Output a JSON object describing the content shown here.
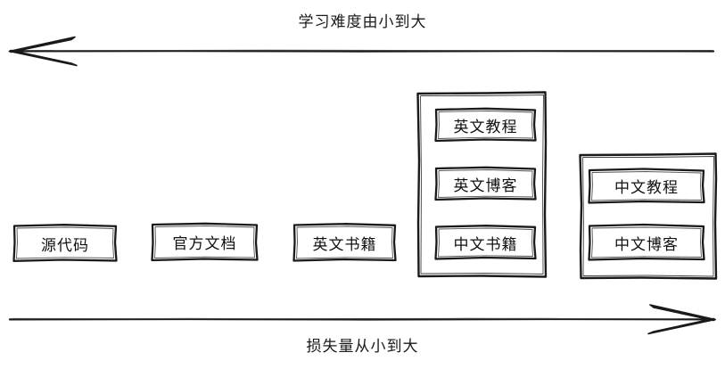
{
  "diagram": {
    "title_top": "学习难度由小到大",
    "title_bottom": "损失量从小到大",
    "stroke_color": "#1a1a1a",
    "background_color": "#ffffff",
    "top_axis": {
      "label": "学习难度由小到大",
      "direction": "left",
      "arrow_icon": "arrow-left-icon"
    },
    "bottom_axis": {
      "label": "损失量从小到大",
      "direction": "right",
      "arrow_icon": "arrow-right-icon"
    },
    "nodes": [
      {
        "id": "source-code",
        "label": "源代码"
      },
      {
        "id": "official-docs",
        "label": "官方文档"
      },
      {
        "id": "english-books",
        "label": "英文书籍"
      },
      {
        "id": "english-tutorial",
        "label": "英文教程"
      },
      {
        "id": "english-blog",
        "label": "英文博客"
      },
      {
        "id": "chinese-books",
        "label": "中文书籍"
      },
      {
        "id": "chinese-tutorial",
        "label": "中文教程"
      },
      {
        "id": "chinese-blog",
        "label": "中文博客"
      }
    ],
    "groups": [
      {
        "id": "group-english-cluster",
        "members": [
          "英文教程",
          "英文博客",
          "中文书籍"
        ]
      },
      {
        "id": "group-chinese-cluster",
        "members": [
          "中文教程",
          "中文博客"
        ]
      }
    ]
  }
}
